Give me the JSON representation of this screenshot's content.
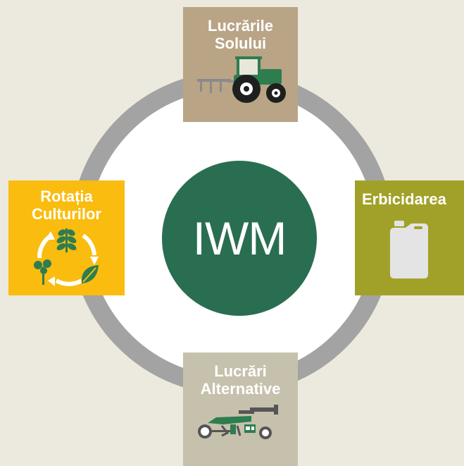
{
  "center": {
    "label": "IWM"
  },
  "nodes": {
    "top": {
      "label": "Lucrările\nSolului",
      "icon": "tractor-icon"
    },
    "right": {
      "label": "Erbicidarea",
      "icon": "canister-icon"
    },
    "bottom": {
      "label": "Lucrări\nAlternative",
      "icon": "cultivator-icon"
    },
    "left": {
      "label": "Rotația\nCulturilor",
      "icon": "crop-rotation-icon"
    }
  },
  "colors": {
    "background": "#ece9de",
    "ring": "#a3a3a3",
    "hub": "#2a6e51",
    "top": "#b9a486",
    "right": "#a1a12a",
    "bottom": "#c6c1ac",
    "left": "#f9bc0f",
    "machine_green": "#2e7d4f"
  }
}
